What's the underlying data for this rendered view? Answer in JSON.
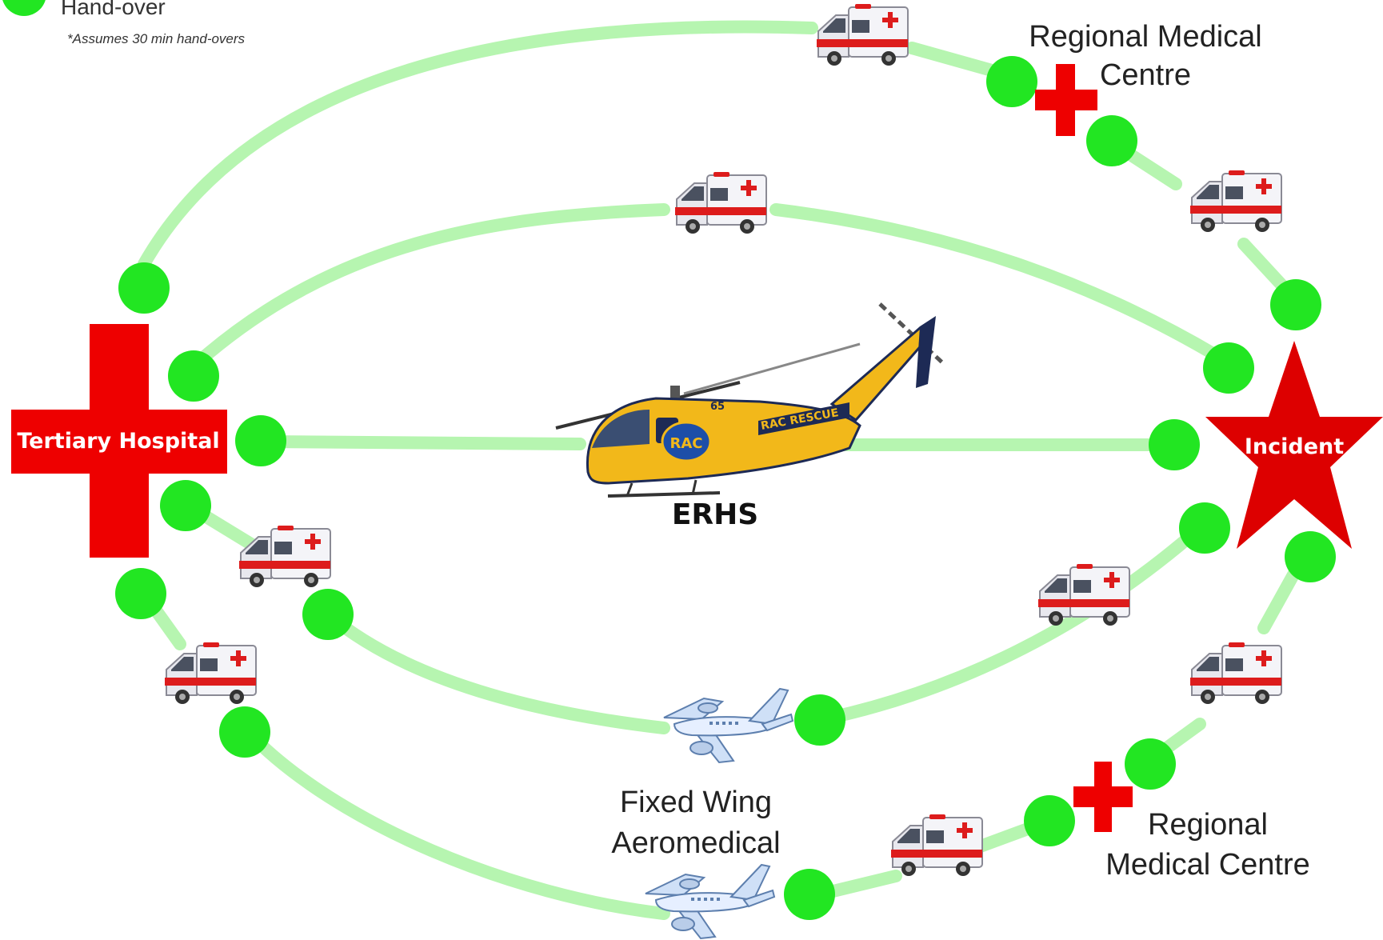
{
  "legend": {
    "label": "Hand-over",
    "note": "*Assumes 30 min hand-overs",
    "dot_color": "#22e622"
  },
  "colors": {
    "route": "#b6f5b0",
    "handover": "#22e622",
    "hospital": "#ee0000",
    "incident": "#dd0000"
  },
  "nodes": {
    "tertiary_hospital": "Tertiary Hospital",
    "incident": "Incident",
    "regional_top_line1": "Regional Medical",
    "regional_top_line2": "Centre",
    "regional_bottom_line1": "Regional",
    "regional_bottom_line2": "Medical Centre"
  },
  "vehicles": {
    "helicopter_label": "ERHS",
    "helicopter_livery": "RAC RESCUE",
    "helicopter_logo": "RAC",
    "helicopter_tail": "65",
    "fixed_wing_line1": "Fixed Wing",
    "fixed_wing_line2": "Aeromedical",
    "ambulance_icon": "ambulance-icon",
    "plane_icon": "plane-icon",
    "helicopter_icon": "helicopter-icon"
  }
}
